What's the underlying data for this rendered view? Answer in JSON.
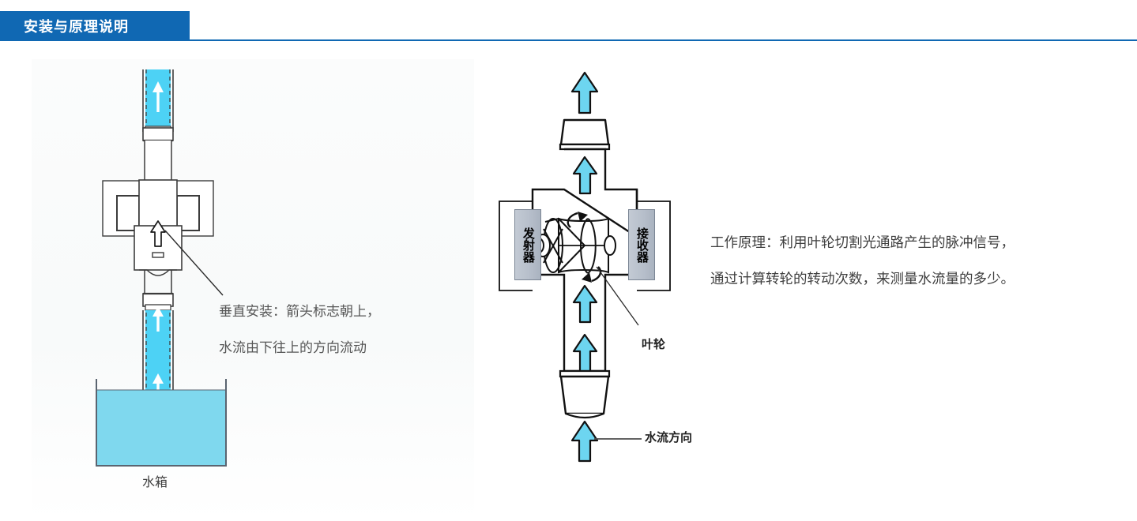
{
  "header": {
    "tab_label": "安装与原理说明",
    "accent_color": "#1068b3"
  },
  "left_diagram": {
    "name": "vertical-installation-diagram",
    "annotation_line1": "垂直安装：箭头标志朝上，",
    "annotation_line2": "水流由下往上的方向流动",
    "tank_label": "水箱",
    "water_color_pipe": "#4dd2f5",
    "water_color_tank": "#7fd8ee",
    "outline_color": "#3c3c3c"
  },
  "right_diagram": {
    "name": "working-principle-diagram",
    "emitter_label": "发射器",
    "receiver_label": "接收器",
    "impeller_label": "叶轮",
    "flow_label": "水流方向",
    "annotation_line1": "工作原理：利用叶轮切割光通路产生的脉冲信号，",
    "annotation_line2": "通过计算转轮的转动次数，来测量水流量的多少。",
    "arrow_color": "#6dd5f0",
    "sensor_box_color": "#b7bfcb"
  }
}
